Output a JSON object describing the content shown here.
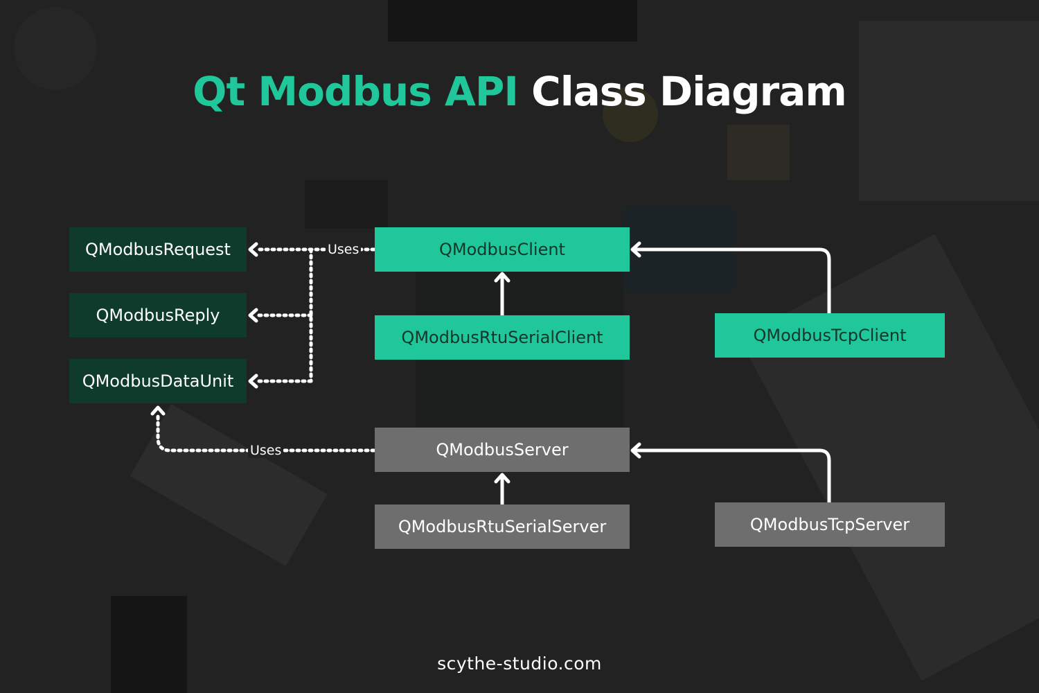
{
  "title": {
    "accent": "Qt Modbus API",
    "plain": "Class Diagram"
  },
  "classes": {
    "request": "QModbusRequest",
    "reply": "QModbusReply",
    "data_unit": "QModbusDataUnit",
    "client": "QModbusClient",
    "rtu_client": "QModbusRtuSerialClient",
    "tcp_client": "QModbusTcpClient",
    "server": "QModbusServer",
    "rtu_server": "QModbusRtuSerialServer",
    "tcp_server": "QModbusTcpServer"
  },
  "relations": {
    "client_uses": "Uses",
    "server_uses": "Uses"
  },
  "footer": "scythe-studio.com",
  "colors": {
    "accent": "#1fc79a",
    "dark_box": "#0e3b2c",
    "server_box": "#6e6e6e",
    "background": "#232324",
    "connector": "#ffffff"
  }
}
